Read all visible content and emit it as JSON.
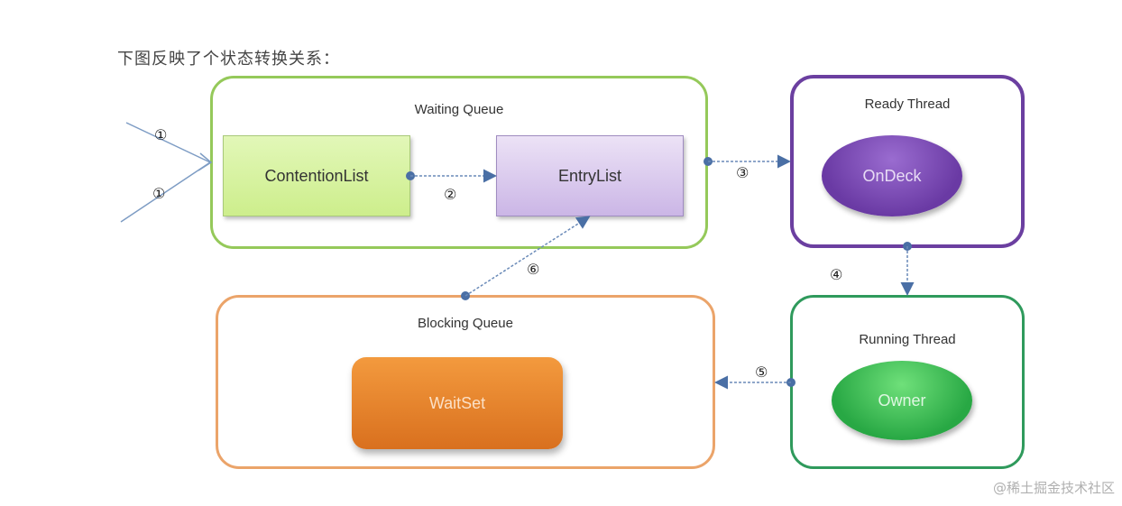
{
  "caption": "下图反映了个状态转换关系：",
  "containers": {
    "waiting_queue": {
      "label": "Waiting Queue",
      "border_color": "#8cc152"
    },
    "ready_thread": {
      "label": "Ready Thread",
      "border_color": "#6a3d9a"
    },
    "running_thread": {
      "label": "Running Thread",
      "border_color": "#2e9e5b"
    },
    "blocking_queue": {
      "label": "Blocking Queue",
      "border_color": "#e8a060"
    }
  },
  "nodes": {
    "contention_list": {
      "label": "ContentionList",
      "color": "#d8f2a4"
    },
    "entry_list": {
      "label": "EntryList",
      "color": "#d6c6ea"
    },
    "on_deck": {
      "label": "OnDeck",
      "color": "#7a4ab0"
    },
    "owner": {
      "label": "Owner",
      "color": "#3cc053"
    },
    "wait_set": {
      "label": "WaitSet",
      "color": "#e9822c"
    }
  },
  "steps": {
    "s1a": "①",
    "s1b": "①",
    "s2": "②",
    "s3": "③",
    "s4": "④",
    "s5": "⑤",
    "s6": "⑥"
  },
  "edges": [
    {
      "from": "external",
      "to": "contention_list",
      "step": "①"
    },
    {
      "from": "external",
      "to": "contention_list",
      "step": "①"
    },
    {
      "from": "contention_list",
      "to": "entry_list",
      "step": "②"
    },
    {
      "from": "waiting_queue",
      "to": "ready_thread",
      "step": "③"
    },
    {
      "from": "ready_thread",
      "to": "running_thread",
      "step": "④"
    },
    {
      "from": "running_thread",
      "to": "blocking_queue",
      "step": "⑤"
    },
    {
      "from": "blocking_queue",
      "to": "entry_list",
      "step": "⑥"
    }
  ],
  "edge_color": "#4a6fa5",
  "watermark": "@稀土掘金技术社区"
}
